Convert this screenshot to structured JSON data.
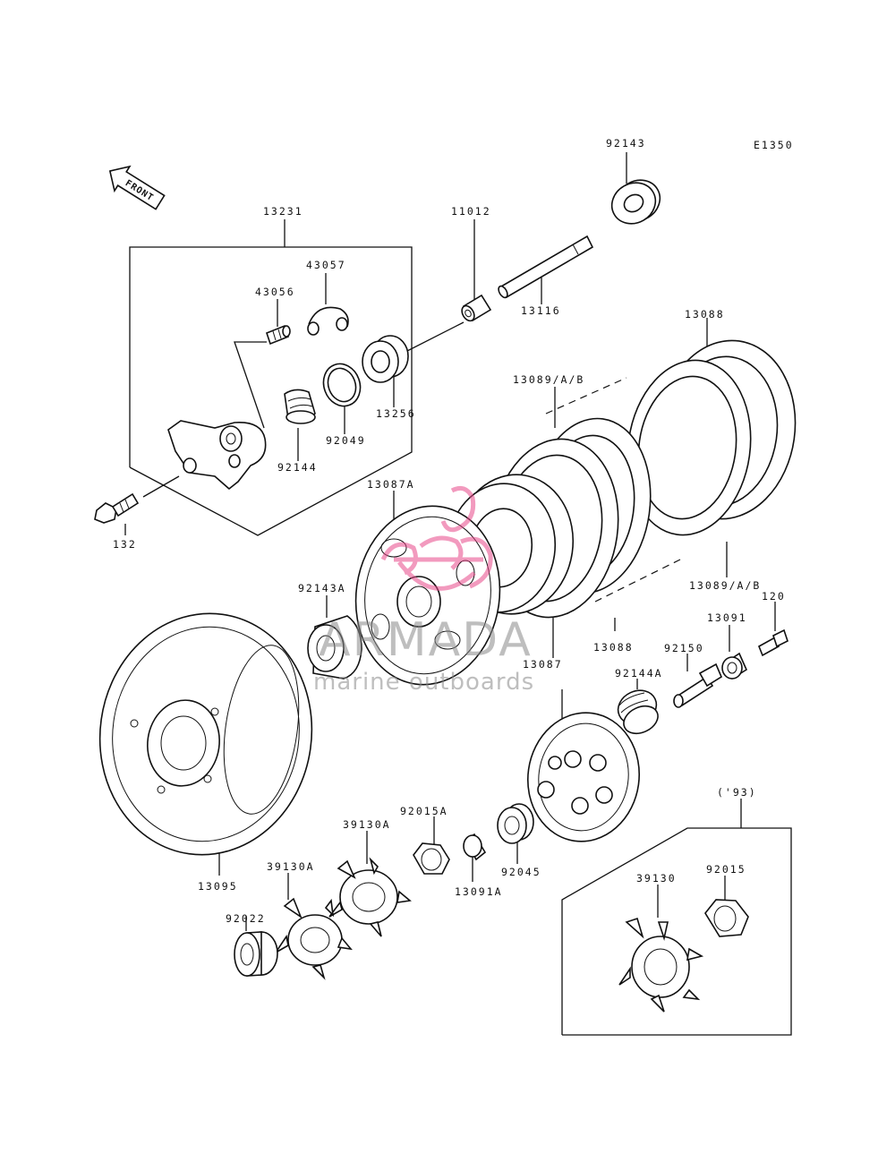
{
  "diagram": {
    "code": "E1350",
    "front_label": "FRONT",
    "variant_note": "('93)"
  },
  "watermark": {
    "brand": "ARMADA",
    "tagline": "marine outboards",
    "logo_color": "#e8488a",
    "text_color": "#8a8a8a"
  },
  "parts": {
    "p92143": "92143",
    "p13231": "13231",
    "p43057": "43057",
    "p43056": "43056",
    "p11012": "11012",
    "p13116": "13116",
    "p13256": "13256",
    "p92049": "92049",
    "p92144": "92144",
    "p132": "132",
    "p13088_top": "13088",
    "p13089ab_top": "13089/A/B",
    "p13087a": "13087A",
    "p92143a": "92143A",
    "p13089ab_bot": "13089/A/B",
    "p120": "120",
    "p13091": "13091",
    "p13088_bot": "13088",
    "p92150": "92150",
    "p13087": "13087",
    "p92144a": "92144A",
    "p13095": "13095",
    "p39130a_1": "39130A",
    "p92015a": "92015A",
    "p92045": "92045",
    "p13091a": "13091A",
    "p39130a_2": "39130A",
    "p92022": "92022",
    "p39130": "39130",
    "p92015": "92015"
  }
}
